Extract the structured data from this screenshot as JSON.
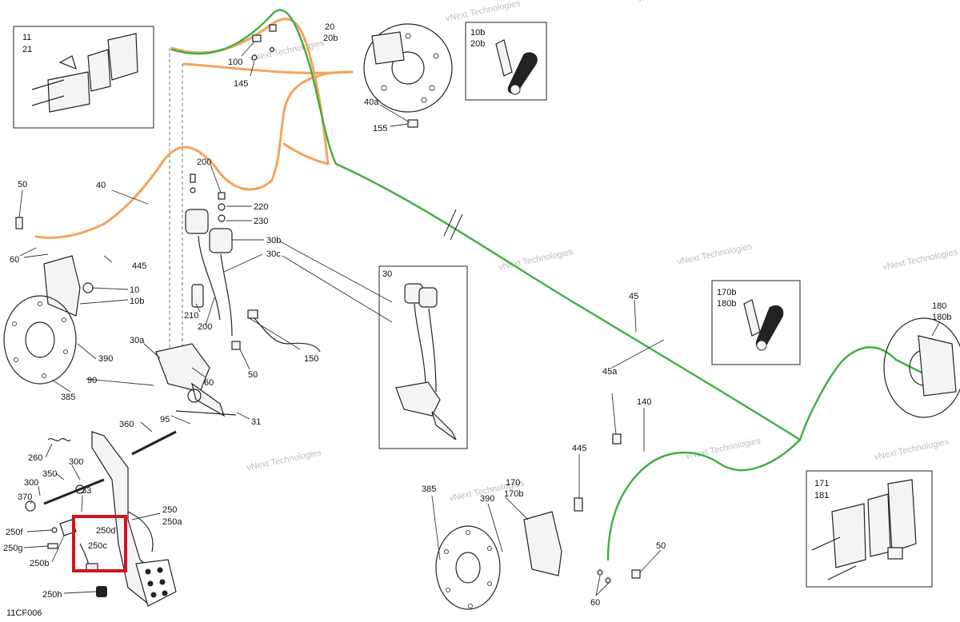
{
  "drawing_code": "11CF006",
  "watermark": "vNext Technologies",
  "highlight_color": "#d0131f",
  "line_colors": {
    "front_line": "#f5a35a",
    "rear_line": "#3fae3f"
  },
  "labels": {
    "l11": "11",
    "l21": "21",
    "l20": "20",
    "l20b": "20b",
    "l10b_box": "10b",
    "l20b_box": "20b",
    "l100": "100",
    "l145": "145",
    "l40a": "40a",
    "l155": "155",
    "l50_top": "50",
    "l40": "40",
    "l60_left": "60",
    "l200_top": "200",
    "l220": "220",
    "l230": "230",
    "l30b": "30b",
    "l30c": "30c",
    "l445_left": "445",
    "l10": "10",
    "l10b": "10b",
    "l210": "210",
    "l200_mid": "200",
    "l30": "30",
    "l390_left": "390",
    "l30a": "30a",
    "l150": "150",
    "l50_mid": "50",
    "l60_mid": "60",
    "l90": "90",
    "l385_left": "385",
    "l95": "95",
    "l31": "31",
    "l360": "360",
    "l260": "260",
    "l300_a": "300",
    "l350": "350",
    "l300_b": "300",
    "l33": "33",
    "l370": "370",
    "l250": "250",
    "l250a": "250a",
    "l250d": "250d",
    "l250c": "250c",
    "l250f": "250f",
    "l250g": "250g",
    "l250b": "250b",
    "l250h": "250h",
    "l45": "45",
    "l45a": "45a",
    "l140": "140",
    "l170b": "170b",
    "l180b_box": "180b",
    "l180": "180",
    "l180b": "180b",
    "l445_bottom": "445",
    "l385_bottom": "385",
    "l390_bottom": "390",
    "l170": "170",
    "l170b_bottom": "170b",
    "l50_bottom": "50",
    "l60_bottom": "60",
    "l171": "171",
    "l181": "181"
  }
}
